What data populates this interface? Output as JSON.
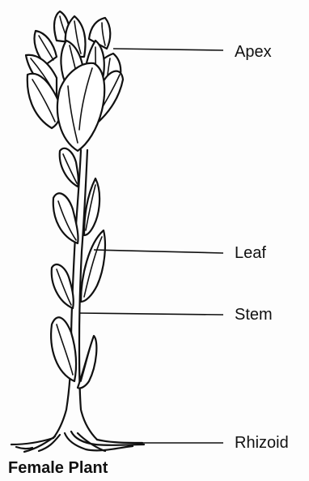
{
  "diagram": {
    "labels": {
      "apex": "Apex",
      "leaf": "Leaf",
      "stem": "Stem",
      "rhizoid": "Rhizoid"
    },
    "caption": "Female Plant"
  },
  "colors": {
    "ink": "#111111",
    "background": "#fdfdfd"
  },
  "icons": {
    "illustration": "moss-plant-drawing"
  }
}
